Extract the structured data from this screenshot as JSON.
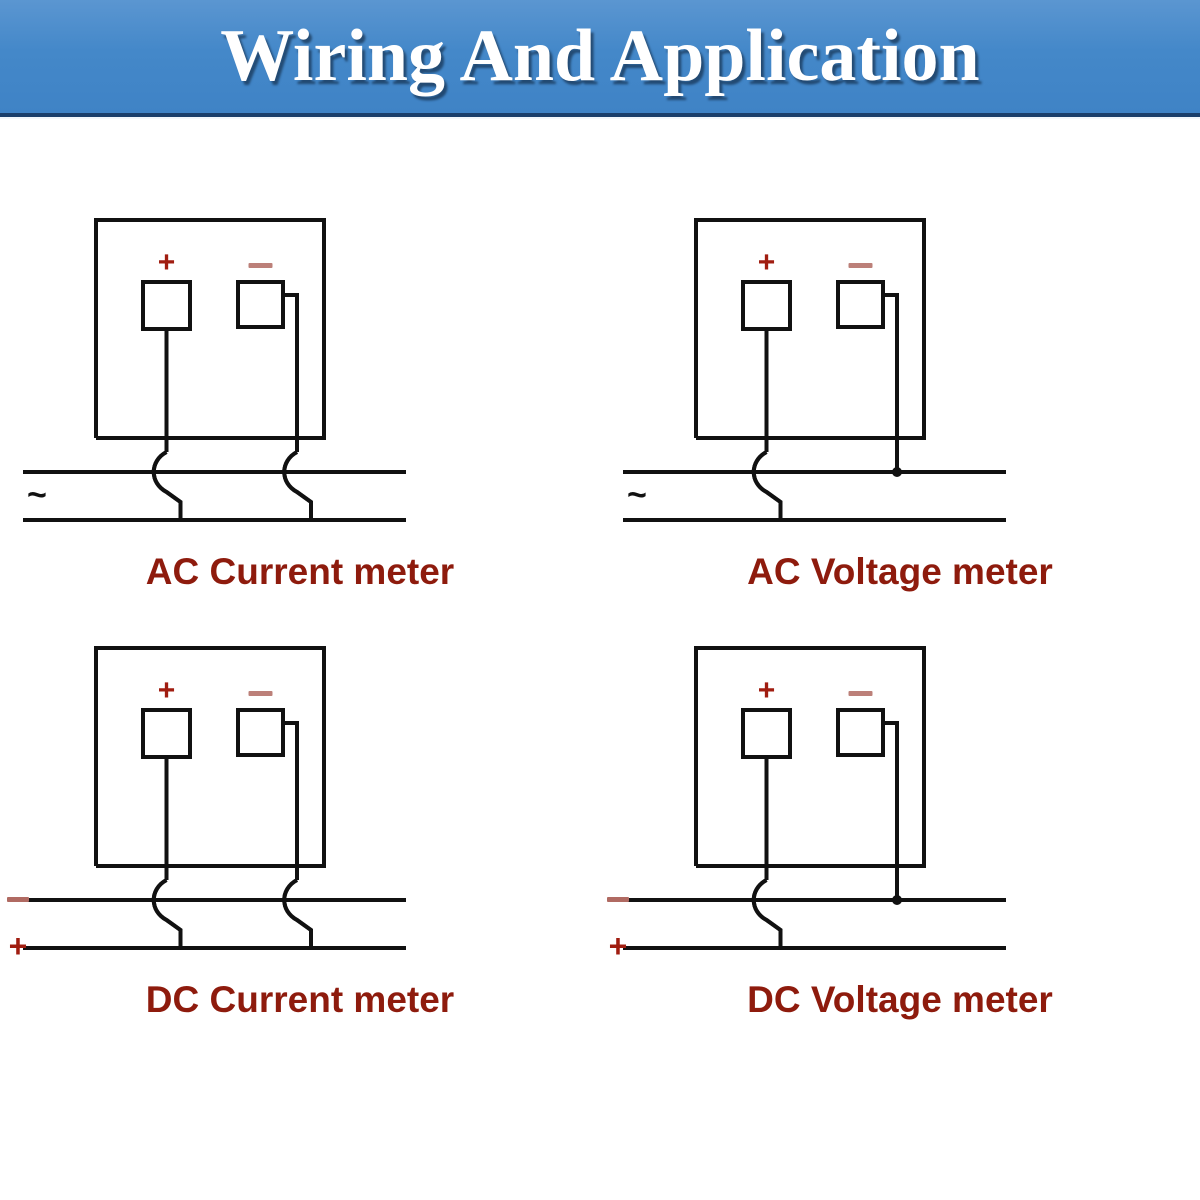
{
  "header": {
    "title": "Wiring And Application",
    "background_color": "#4488c9",
    "text_color": "#ffffff",
    "rule_color": "#1b3f6b"
  },
  "theme": {
    "line_color": "#111111",
    "caption_color": "#8e1b0d",
    "plus_color": "#a01d10",
    "minus_color": "#b06a62",
    "tilde_color": "#111111",
    "page_background": "#ffffff"
  },
  "diagrams": [
    {
      "id": "ac-current-meter",
      "caption": "AC Current meter",
      "meter_terminal_plus": "+",
      "meter_terminal_minus": "–",
      "supply_type": "AC",
      "rail_top_label": "",
      "rail_bottom_label": "",
      "side_label": "~",
      "left_wire_target": "bottom-rail",
      "right_wire_target": "bottom-rail",
      "left_wire_hops_top_rail": true,
      "right_wire_hops_top_rail": true,
      "right_wire_junction_dot": false
    },
    {
      "id": "ac-voltage-meter",
      "caption": "AC Voltage meter",
      "meter_terminal_plus": "+",
      "meter_terminal_minus": "–",
      "supply_type": "AC",
      "rail_top_label": "",
      "rail_bottom_label": "",
      "side_label": "~",
      "left_wire_target": "bottom-rail",
      "right_wire_target": "top-rail",
      "left_wire_hops_top_rail": true,
      "right_wire_hops_top_rail": false,
      "right_wire_junction_dot": true
    },
    {
      "id": "dc-current-meter",
      "caption": "DC Current meter",
      "meter_terminal_plus": "+",
      "meter_terminal_minus": "–",
      "supply_type": "DC",
      "rail_top_label": "–",
      "rail_bottom_label": "+",
      "side_label": "",
      "left_wire_target": "bottom-rail",
      "right_wire_target": "bottom-rail",
      "left_wire_hops_top_rail": true,
      "right_wire_hops_top_rail": true,
      "right_wire_junction_dot": false
    },
    {
      "id": "dc-voltage-meter",
      "caption": "DC Voltage meter",
      "meter_terminal_plus": "+",
      "meter_terminal_minus": "–",
      "supply_type": "DC",
      "rail_top_label": "–",
      "rail_bottom_label": "+",
      "side_label": "",
      "left_wire_target": "bottom-rail",
      "right_wire_target": "top-rail",
      "left_wire_hops_top_rail": true,
      "right_wire_hops_top_rail": false,
      "right_wire_junction_dot": true
    }
  ]
}
